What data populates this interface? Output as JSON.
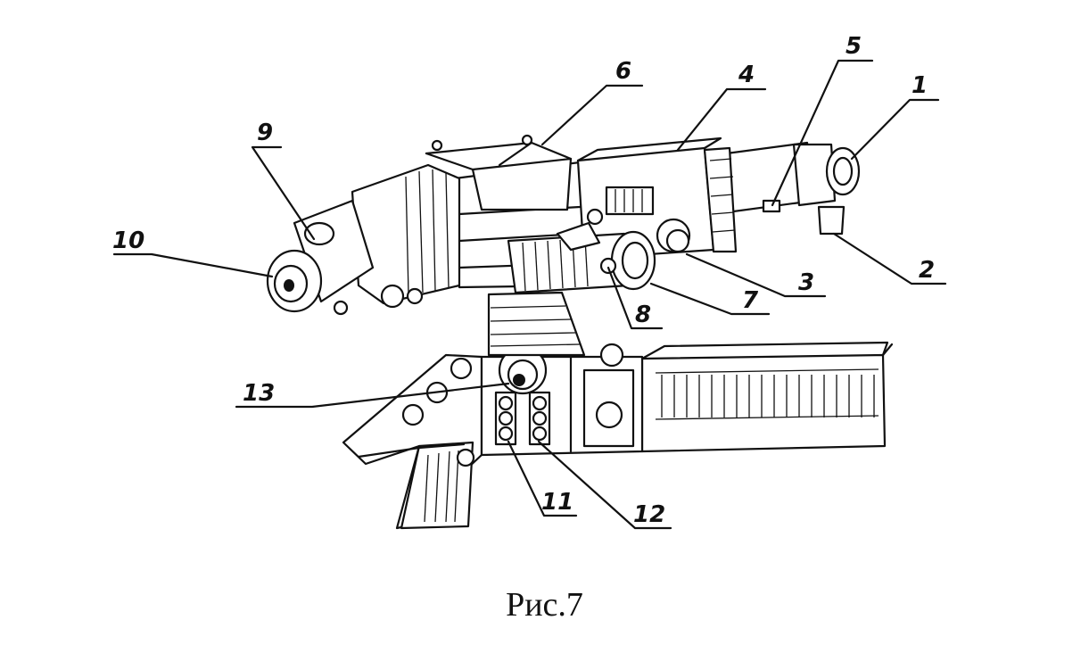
{
  "figure": {
    "caption": "Рис.7",
    "callouts": [
      {
        "id": "1",
        "label": "1"
      },
      {
        "id": "2",
        "label": "2"
      },
      {
        "id": "3",
        "label": "3"
      },
      {
        "id": "4",
        "label": "4"
      },
      {
        "id": "5",
        "label": "5"
      },
      {
        "id": "6",
        "label": "6"
      },
      {
        "id": "7",
        "label": "7"
      },
      {
        "id": "8",
        "label": "8"
      },
      {
        "id": "9",
        "label": "9"
      },
      {
        "id": "10",
        "label": "10"
      },
      {
        "id": "11",
        "label": "11"
      },
      {
        "id": "12",
        "label": "12"
      },
      {
        "id": "13",
        "label": "13"
      }
    ]
  }
}
